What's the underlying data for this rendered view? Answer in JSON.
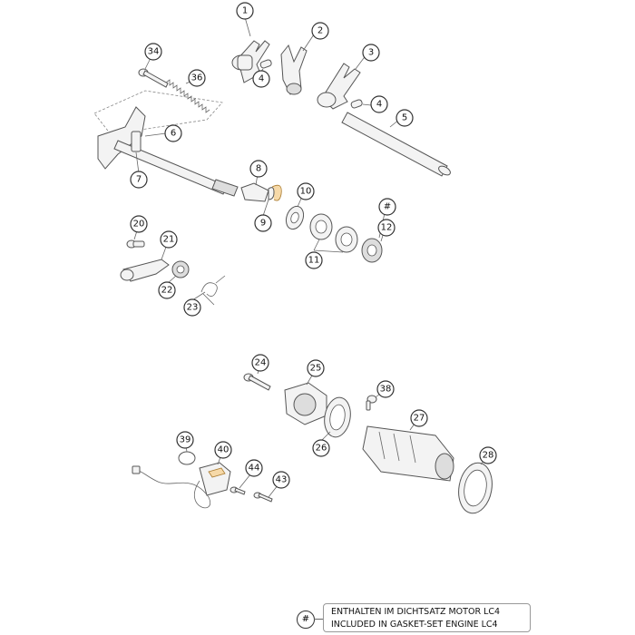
{
  "callouts": [
    "1",
    "2",
    "3",
    "4",
    "4",
    "5",
    "6",
    "7",
    "8",
    "9",
    "10",
    "#",
    "11",
    "12",
    "20",
    "21",
    "22",
    "23",
    "24",
    "25",
    "26",
    "27",
    "28",
    "34",
    "36",
    "38",
    "39",
    "40",
    "43",
    "44"
  ],
  "legend": {
    "symbol": "#",
    "line1": "ENTHALTEN IM DICHTSATZ MOTOR LC4",
    "line2": "INCLUDED IN GASKET-SET ENGINE LC4"
  },
  "colors": {
    "part_fill": "#f3f3f3",
    "outline": "#555555",
    "accent": "#f6d9a8"
  }
}
